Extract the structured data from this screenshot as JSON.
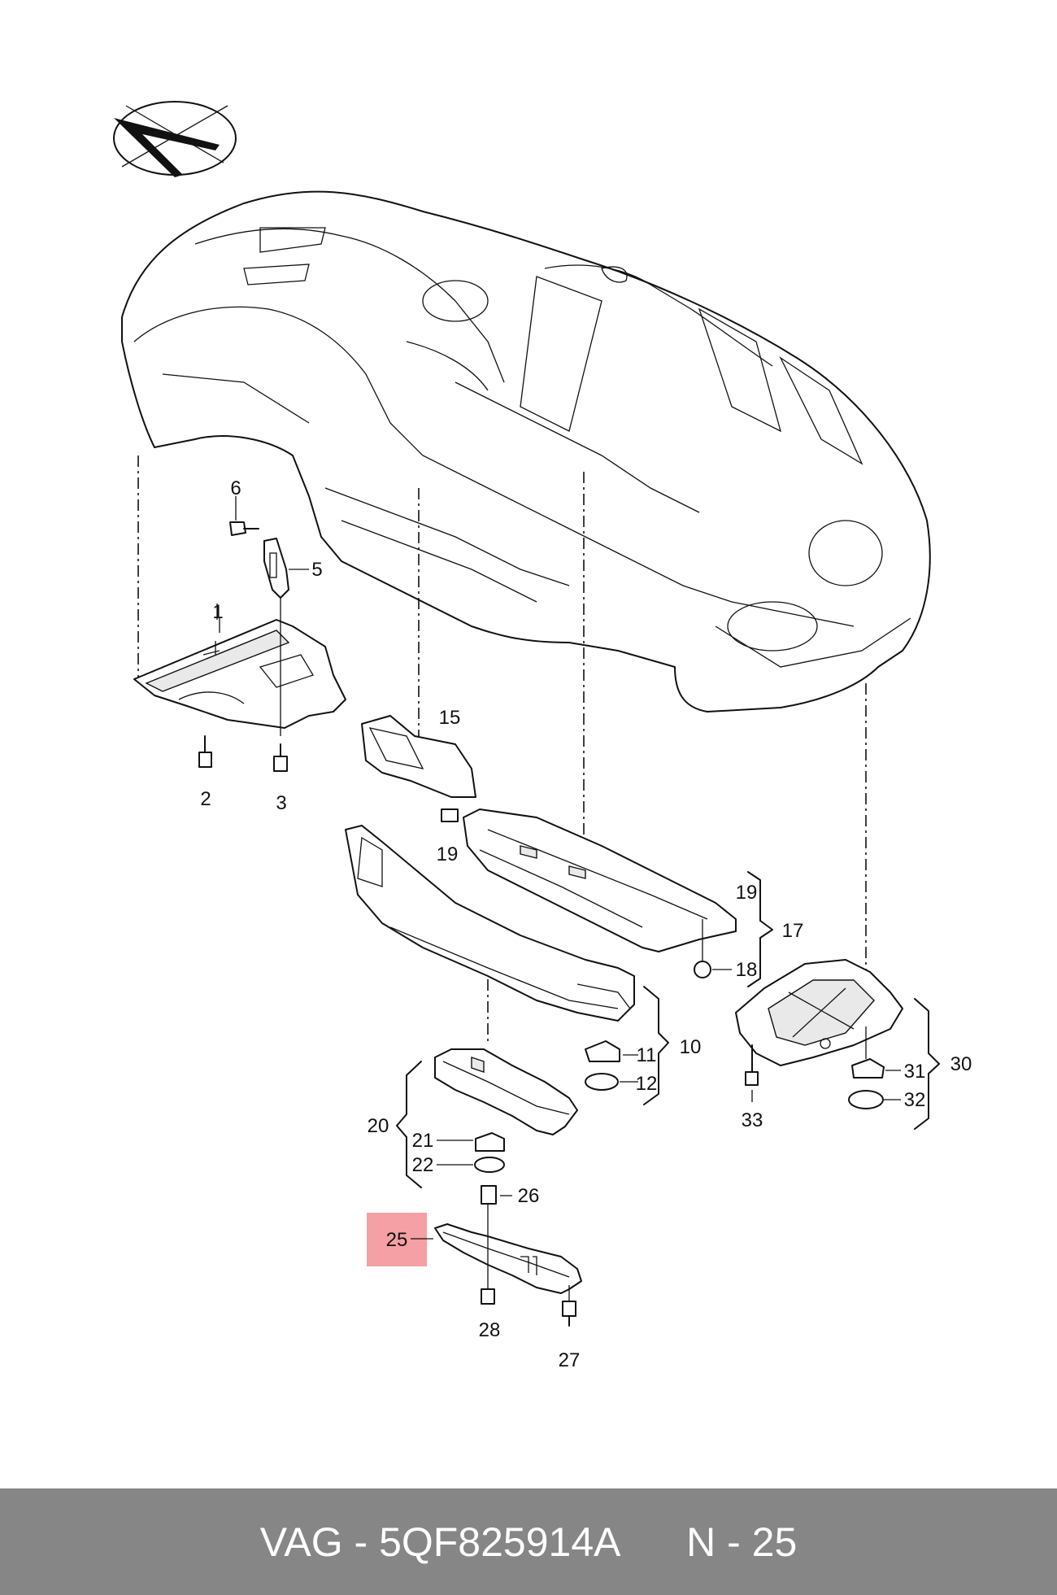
{
  "callouts": {
    "c1": "1",
    "c2": "2",
    "c3": "3",
    "c5": "5",
    "c6": "6",
    "c10": "10",
    "c11": "11",
    "c12": "12",
    "c15": "15",
    "c17": "17",
    "c18": "18",
    "c19a": "19",
    "c19b": "19",
    "c20": "20",
    "c21": "21",
    "c22": "22",
    "c25": "25",
    "c26": "26",
    "c27": "27",
    "c28": "28",
    "c30": "30",
    "c31": "31",
    "c32": "32",
    "c33": "33"
  },
  "highlight_color": "#f4a0a4",
  "footer": {
    "text": "VAG - 5QF825914A      N - 25",
    "background": "#868686"
  }
}
